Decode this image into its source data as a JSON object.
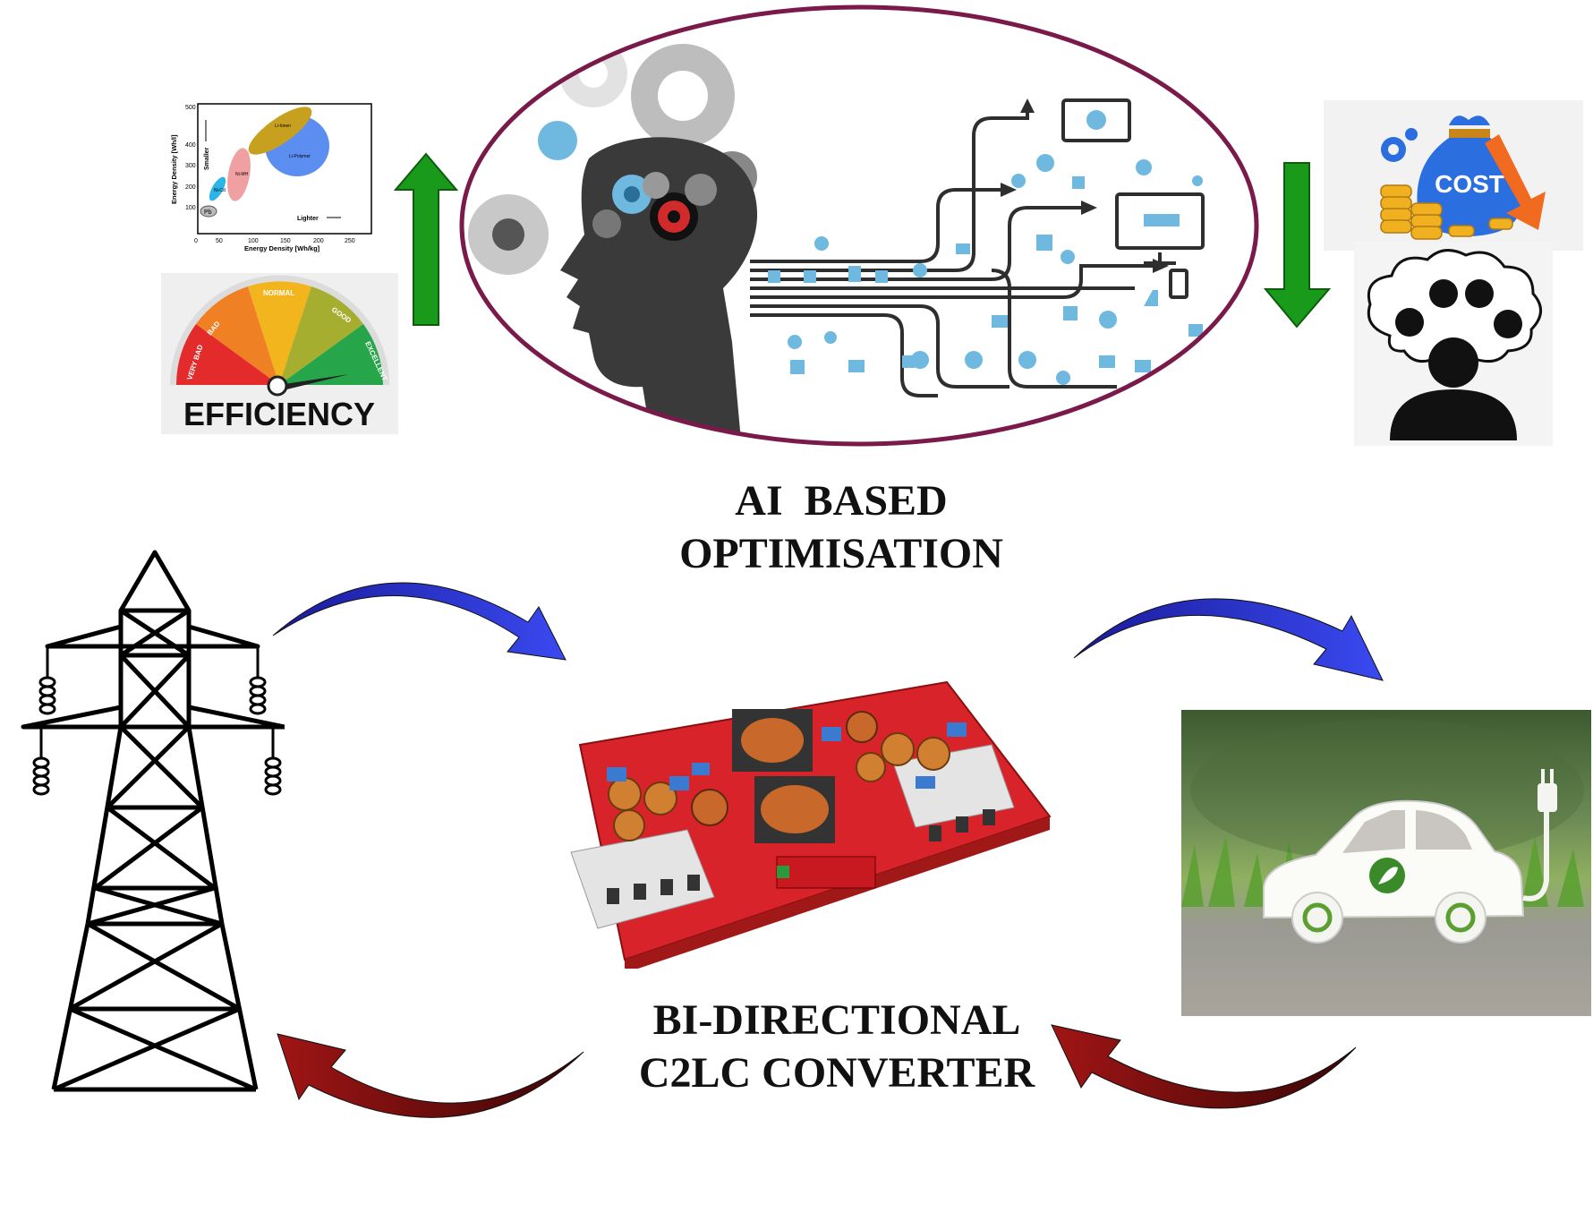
{
  "ai_block": {
    "line1": "AI  BASED",
    "line2": "OPTIMISATION"
  },
  "converter_block": {
    "line1": "BI-DIRECTIONAL",
    "line2": "C2LC CONVERTER"
  },
  "efficiency_gauge": {
    "title": "EFFICIENCY",
    "zones": [
      "VERY BAD",
      "BAD",
      "NORMAL",
      "GOOD",
      "EXCELLENT"
    ],
    "zone_colors": [
      "#e32b2b",
      "#f08024",
      "#f2b51d",
      "#a5ae2e",
      "#27a54a"
    ]
  },
  "energy_chart": {
    "xlabel": "Energy Density [Wh/kg]",
    "ylabel": "Energy Density [Wh/l]",
    "x_ticks": [
      "0",
      "50",
      "100",
      "150",
      "200",
      "250"
    ],
    "y_ticks": [
      "100",
      "200",
      "300",
      "400",
      "500"
    ],
    "smaller_label": "Smaller",
    "lighter_label": "Lighter",
    "regions": [
      "Pb",
      "Ni-Cd",
      "Ni-MH",
      "Li-Ionen",
      "Li-Polymer"
    ]
  },
  "cost_icon": {
    "label": "COST"
  },
  "colors": {
    "up_arrow": "#1a9a1a",
    "down_arrow": "#1a9a1a",
    "blue_arc": "#2a2ad8",
    "red_arc": "#8a0e0e",
    "ellipse_border": "#7a1a4a"
  }
}
